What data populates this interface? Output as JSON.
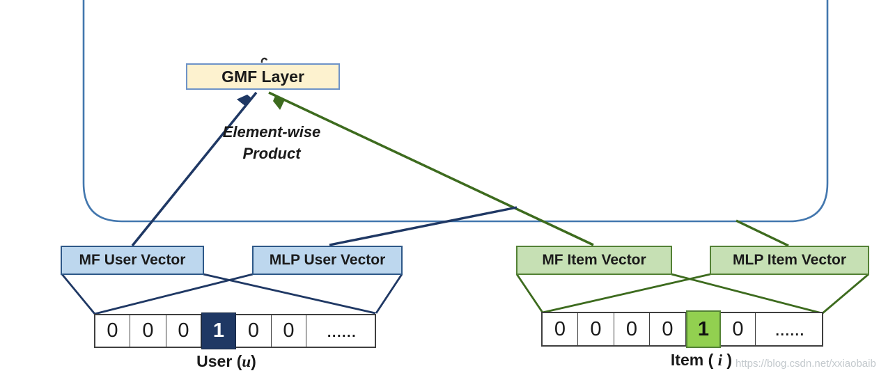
{
  "diagram": {
    "gmf_layer_label": "GMF Layer",
    "elementwise": {
      "line1": "Element-wise",
      "line2": "Product"
    },
    "user_side": {
      "mf_box_label": "MF User Vector",
      "mlp_box_label": "MLP User Vector",
      "onehot": [
        "0",
        "0",
        "0",
        "1",
        "0",
        "0",
        "......"
      ],
      "hot_index": 3,
      "caption": {
        "prefix": "User (",
        "symbol": "u",
        "suffix": ")"
      }
    },
    "item_side": {
      "mf_box_label": "MF Item Vector",
      "mlp_box_label": "MLP Item Vector",
      "onehot": [
        "0",
        "0",
        "0",
        "0",
        "1",
        "0",
        "......"
      ],
      "hot_index": 4,
      "caption": {
        "prefix": "Item ( ",
        "symbol": "i",
        "suffix": " )"
      }
    },
    "watermark": "https://blog.csdn.net/xxiaobaib",
    "colors": {
      "navy_line": "#1F3864",
      "green_line": "#3D6B1E",
      "frame_blue": "#4377AE",
      "user_box_fill": "#BDD7EE",
      "user_box_border": "#2E5888",
      "item_box_fill": "#C6E0B4",
      "item_box_border": "#538135",
      "gmf_fill": "#FDF2CF",
      "gmf_border": "#6E93C8",
      "hot_user_fill": "#1F3864",
      "hot_item_fill": "#92D050"
    }
  }
}
